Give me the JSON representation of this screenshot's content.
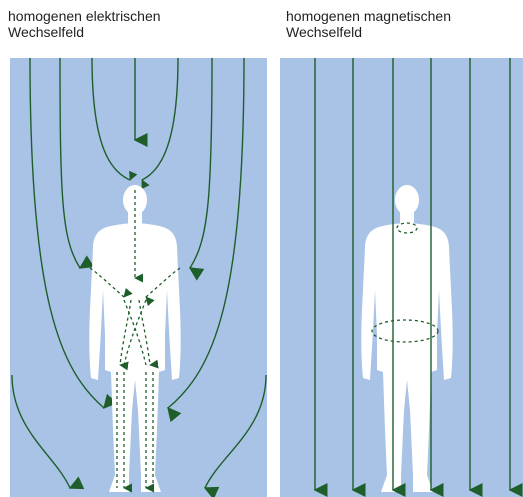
{
  "panels": [
    {
      "id": "electric",
      "caption_line1": "homogenen elektrischen",
      "caption_line2": "Wechselfeld"
    },
    {
      "id": "magnetic",
      "caption_line1": "homogenen magnetischen",
      "caption_line2": "Wechselfeld"
    }
  ],
  "colors": {
    "field_background": "#a9c3e6",
    "body_silhouette": "#ffffff",
    "field_line": "#1e5e2a",
    "internal_current": "#1e5e2a",
    "caption_text": "#1f1f1f"
  },
  "icons": {
    "field_arrow": "arrowhead-down-icon"
  }
}
